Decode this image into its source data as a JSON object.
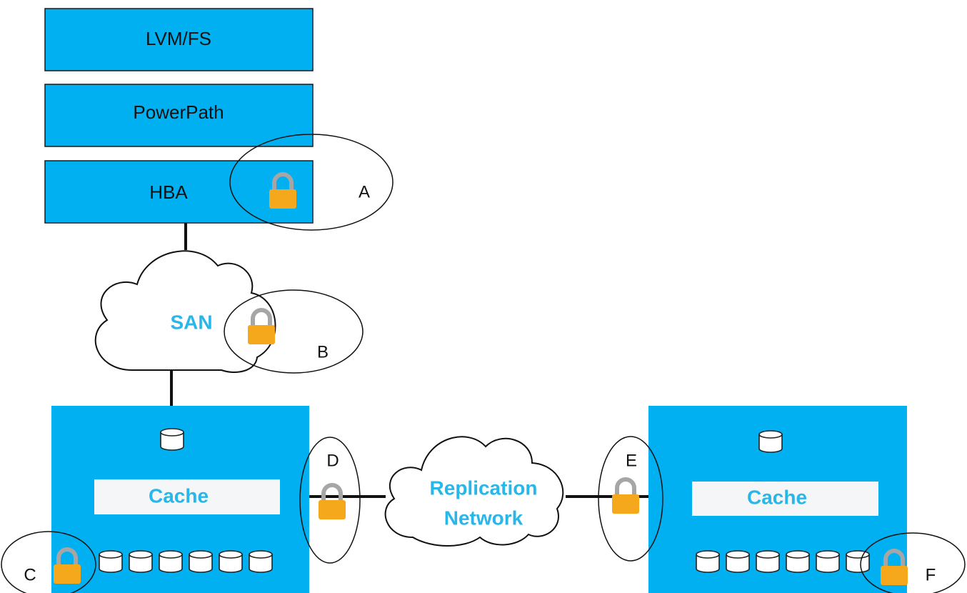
{
  "host_stack": {
    "layers": [
      {
        "label": "LVM/FS"
      },
      {
        "label": "PowerPath"
      },
      {
        "label": "HBA"
      }
    ]
  },
  "san": {
    "label": "SAN"
  },
  "replication": {
    "line1": "Replication",
    "line2": "Network"
  },
  "arrays": {
    "left": {
      "cache_label": "Cache"
    },
    "right": {
      "cache_label": "Cache"
    }
  },
  "markers": {
    "a": "A",
    "b": "B",
    "c": "C",
    "d": "D",
    "e": "E",
    "f": "F"
  },
  "colors": {
    "box_fill": "#00b0f0",
    "cloud_label": "#29b6e8",
    "lock_body": "#f5a81c",
    "lock_shackle": "#a6a6a6",
    "cache_bar": "#f4f6f8"
  },
  "icons": {
    "lock": "padlock-icon",
    "disk": "disk-cylinder-icon",
    "cloud": "cloud-icon"
  }
}
